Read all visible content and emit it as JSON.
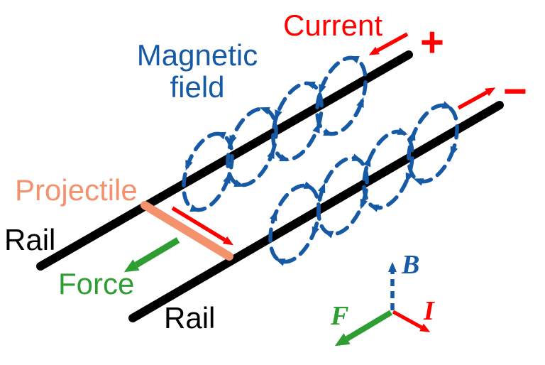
{
  "diagram": {
    "type": "railgun-physics-diagram",
    "labels": {
      "current": "Current",
      "magnetic_field_line1": "Magnetic",
      "magnetic_field_line2": "field",
      "projectile": "Projectile",
      "rail_top": "Rail",
      "rail_bottom": "Rail",
      "force": "Force",
      "plus_terminal": "+",
      "minus_terminal": "−",
      "vector_b": "B",
      "vector_i": "I",
      "vector_f": "F"
    },
    "colors": {
      "red": "#ff0000",
      "blue": "#1659a5",
      "green": "#2f9e32",
      "salmon": "#f4926e",
      "black": "#000000"
    },
    "field_loops": {
      "top_rail": 4,
      "bottom_rail": 4
    }
  }
}
